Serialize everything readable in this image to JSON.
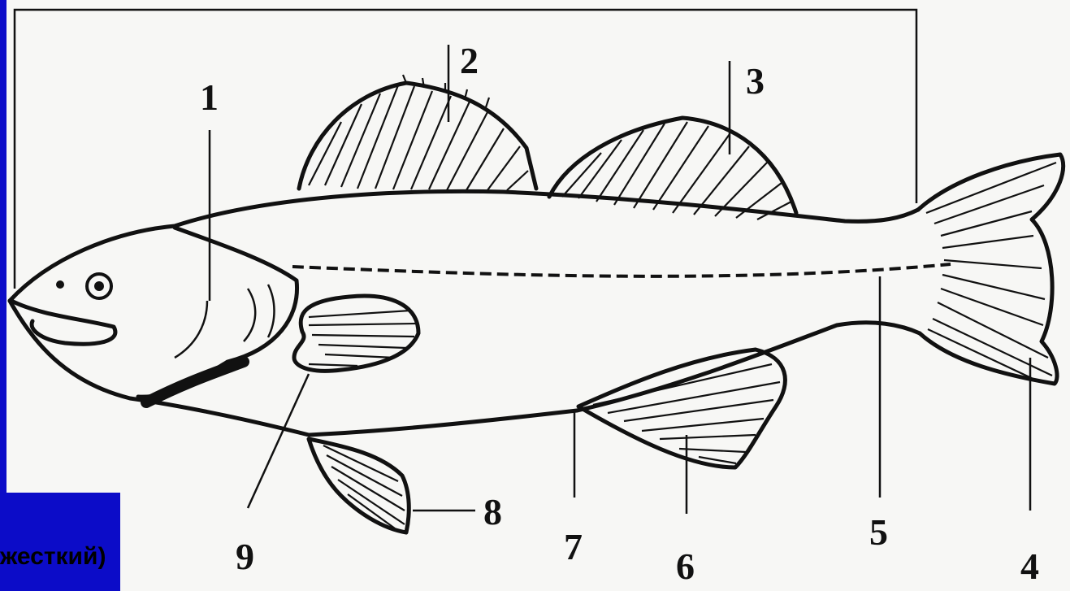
{
  "labels": [
    "1",
    "2",
    "3",
    "4",
    "5",
    "6",
    "7",
    "8",
    "9"
  ],
  "caption_fragment": "жесткий)",
  "colors": {
    "slide_background": "#0c0cc8",
    "paper": "#f7f7f5",
    "ink": "#111111"
  }
}
